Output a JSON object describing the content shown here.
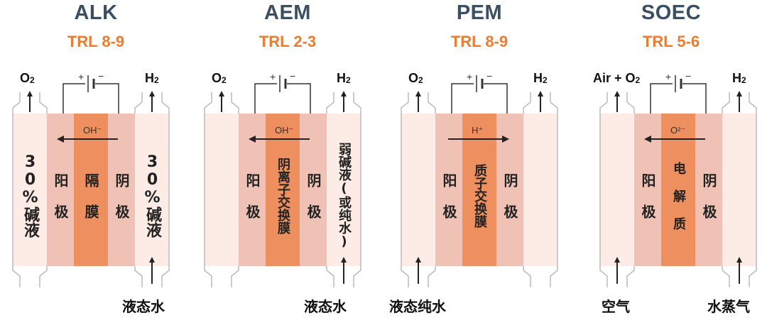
{
  "cells": [
    {
      "title": "ALK",
      "trl": "TRL 8-9",
      "left_gas": "O",
      "left_sub": "2",
      "right_gas": "H",
      "right_sub": "2",
      "battery_plus": "+",
      "battery_minus": "−",
      "ion": "OH⁻",
      "ion_direction": "left",
      "left_outer": "30%碱液",
      "anode": "阳 极",
      "membrane": "隔 膜",
      "cathode": "阴 极",
      "right_outer": "30%碱液",
      "inlet_left": "",
      "inlet_right": "液态水",
      "colors": {
        "anode": "#efc2b5",
        "membrane": "#ee8f5f",
        "cathode": "#efc2b5",
        "outer": "#fdece6"
      }
    },
    {
      "title": "AEM",
      "trl": "TRL 2-3",
      "left_gas": "O",
      "left_sub": "2",
      "right_gas": "H",
      "right_sub": "2",
      "battery_plus": "+",
      "battery_minus": "−",
      "ion": "OH⁻",
      "ion_direction": "left",
      "left_outer": "",
      "anode": "阳 极",
      "membrane": "阴离子交换膜",
      "cathode": "阴 极",
      "right_outer": "弱碱液(或纯水)",
      "inlet_left": "",
      "inlet_right": "液态水",
      "colors": {
        "anode": "#efc2b5",
        "membrane": "#ee8f5f",
        "cathode": "#efc2b5",
        "outer": "#fdece6"
      }
    },
    {
      "title": "PEM",
      "trl": "TRL 8-9",
      "left_gas": "O",
      "left_sub": "2",
      "right_gas": "H",
      "right_sub": "2",
      "battery_plus": "+",
      "battery_minus": "−",
      "ion": "H⁺",
      "ion_direction": "right",
      "left_outer": "",
      "anode": "阳 极",
      "membrane": "质子交换膜",
      "cathode": "阴 极",
      "right_outer": "",
      "inlet_left": "液态纯水",
      "inlet_right": "",
      "colors": {
        "anode": "#efc2b5",
        "membrane": "#ee8f5f",
        "cathode": "#efc2b5",
        "outer": "#fdece6"
      }
    },
    {
      "title": "SOEC",
      "trl": "TRL 5-6",
      "left_gas": "Air + O",
      "left_sub": "2",
      "right_gas": "H",
      "right_sub": "2",
      "battery_plus": "+",
      "battery_minus": "−",
      "ion": "O²⁻",
      "ion_direction": "left",
      "left_outer": "",
      "anode": "阳 极",
      "membrane": "电 解 质",
      "cathode": "阴 极",
      "right_outer": "",
      "inlet_left": "空气",
      "inlet_right": "水蒸气",
      "colors": {
        "anode": "#efc2b5",
        "membrane": "#ee8f5f",
        "cathode": "#efc2b5",
        "outer": "#fdece6"
      }
    }
  ]
}
